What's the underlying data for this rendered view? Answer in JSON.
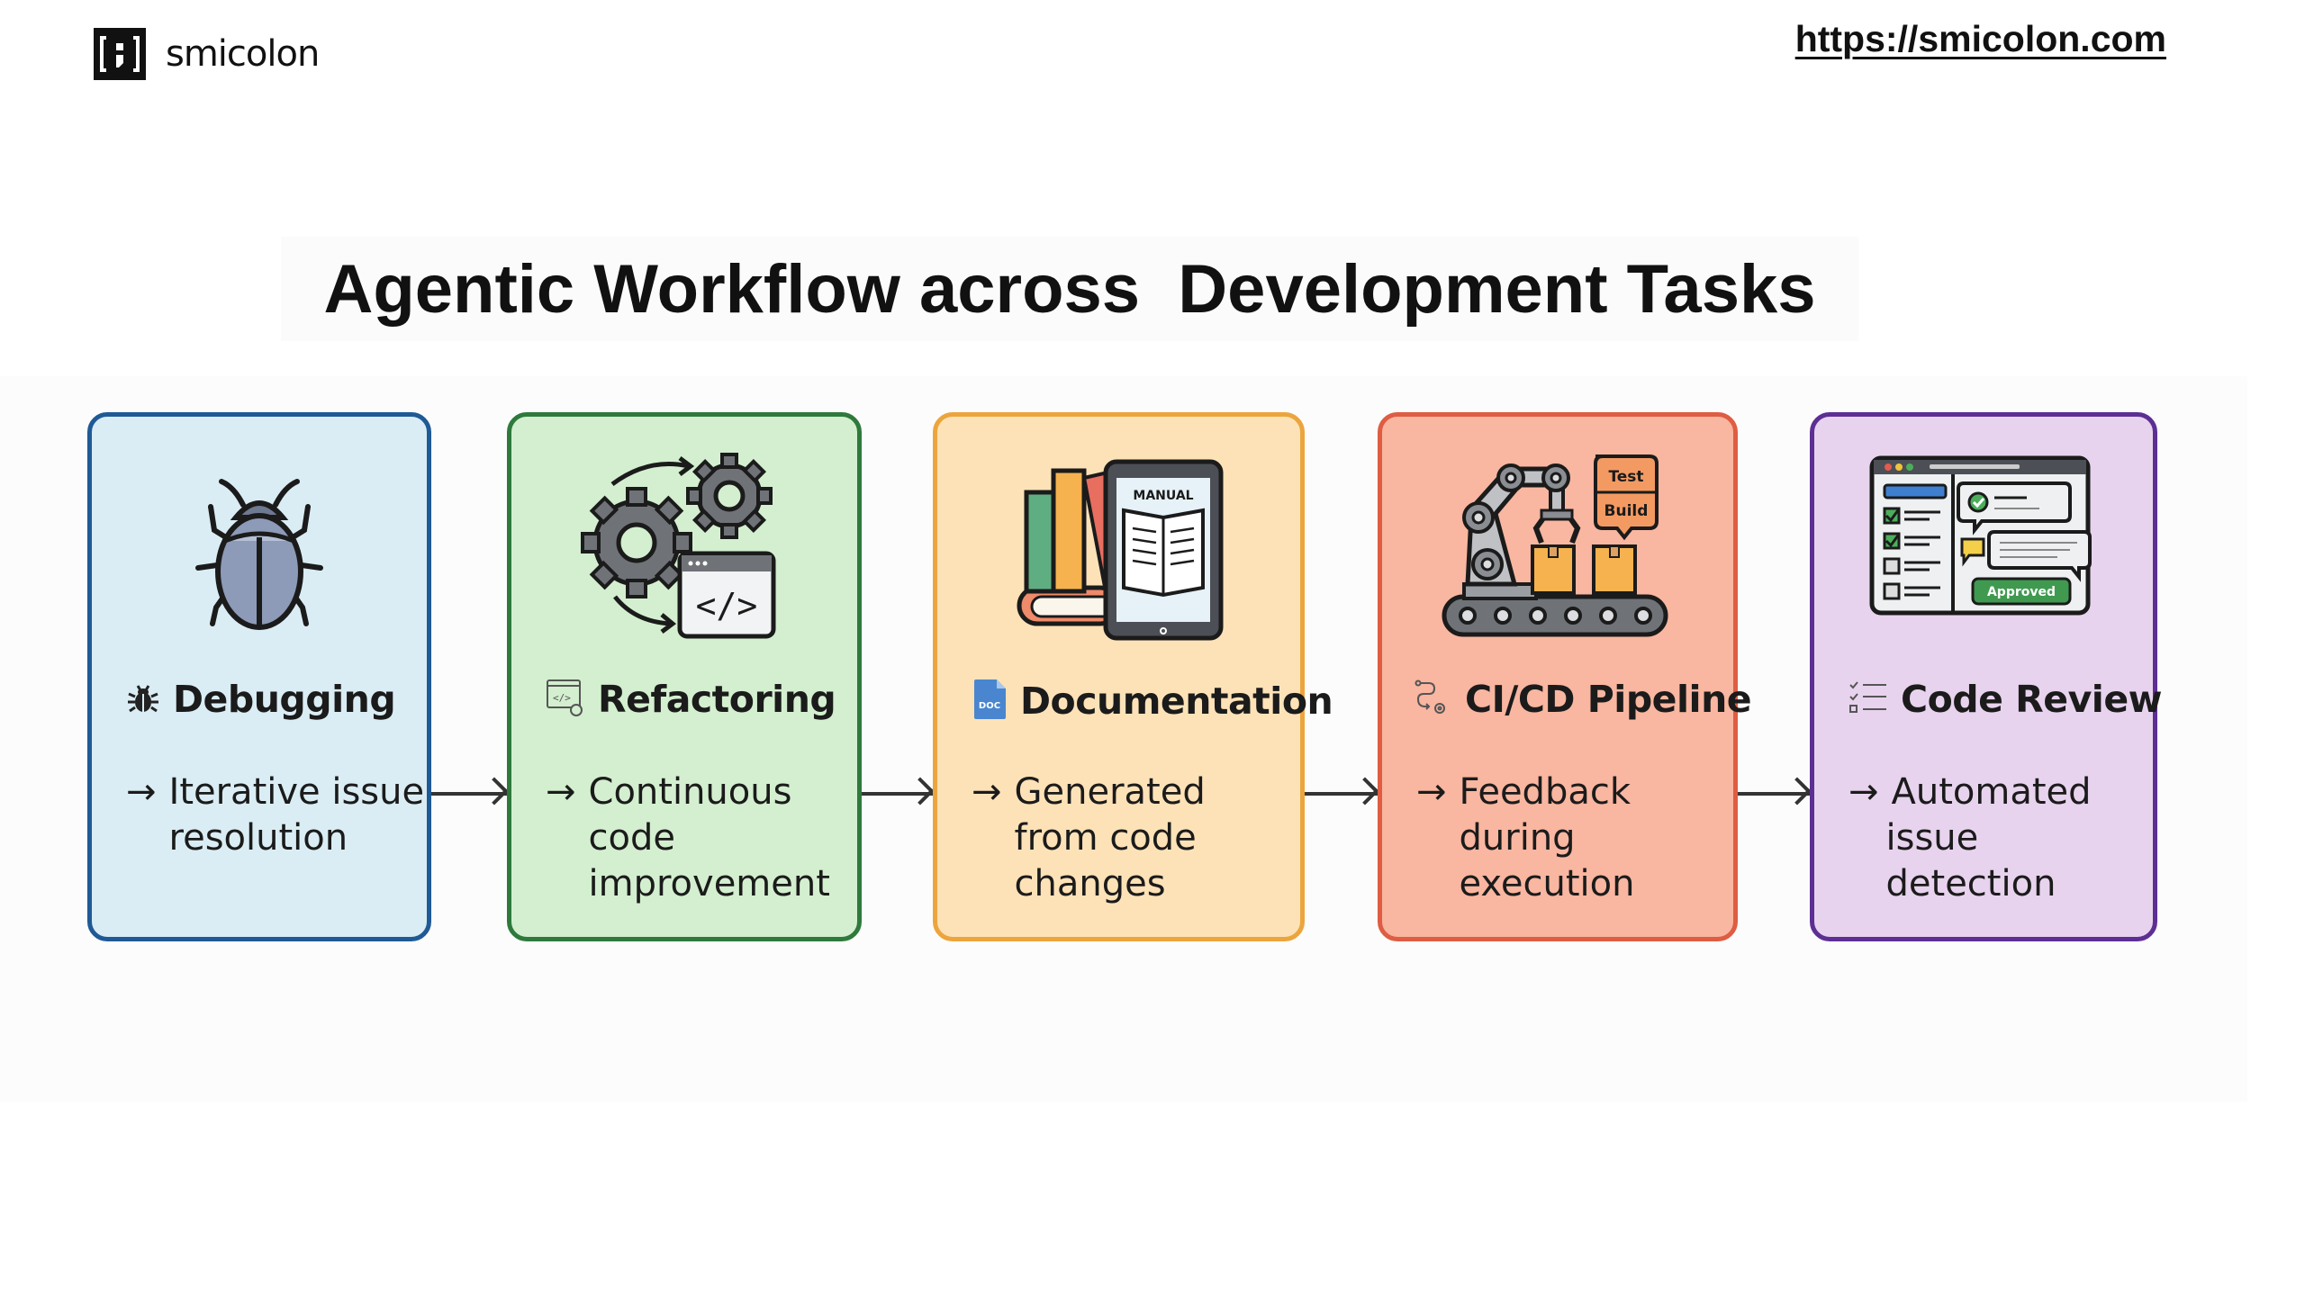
{
  "brand": {
    "name": "smicolon",
    "logo_icon": "bracket-semicolon-logo",
    "url": "https://smicolon.com"
  },
  "title": "Agentic Workflow across  Development Tasks",
  "colors": {
    "debugging": {
      "bg": "#daedf4",
      "border": "#1f5a96"
    },
    "refactoring": {
      "bg": "#d3efcf",
      "border": "#2e7a3c"
    },
    "documentation": {
      "bg": "#fde2b8",
      "border": "#eca53d"
    },
    "cicd": {
      "bg": "#f9b6a0",
      "border": "#de5d43"
    },
    "code_review": {
      "bg": "#e8d3ee",
      "border": "#5d2f94"
    }
  },
  "steps": [
    {
      "id": "debugging",
      "label": "Debugging",
      "icon": "bug-icon",
      "illustration": "beetle-bug-illustration",
      "arrow": "→",
      "description": [
        "Iterative issue",
        "resolution"
      ]
    },
    {
      "id": "refactoring",
      "label": "Refactoring",
      "icon": "code-window-refresh-icon",
      "illustration": "gears-code-window-illustration",
      "illustration_text": "</>",
      "arrow": "→",
      "description": [
        "Continuous",
        "code",
        "improvement"
      ]
    },
    {
      "id": "documentation",
      "label": "Documentation",
      "icon": "doc-file-icon",
      "icon_text": "DOC",
      "illustration": "books-tablet-manual-illustration",
      "illustration_text": "MANUAL",
      "arrow": "→",
      "description": [
        "Generated",
        "from code",
        "changes"
      ]
    },
    {
      "id": "cicd",
      "label": "CI/CD Pipeline",
      "icon": "pipeline-flow-icon",
      "illustration": "robot-arm-conveyor-illustration",
      "illustration_tags": [
        "Test",
        "Build"
      ],
      "arrow": "→",
      "description": [
        "Feedback",
        "during",
        "execution"
      ]
    },
    {
      "id": "code_review",
      "label": "Code Review",
      "icon": "checklist-icon",
      "illustration": "review-window-illustration",
      "illustration_badge": "Approved",
      "arrow": "→",
      "description": [
        "Automated",
        "issue detection"
      ]
    }
  ]
}
